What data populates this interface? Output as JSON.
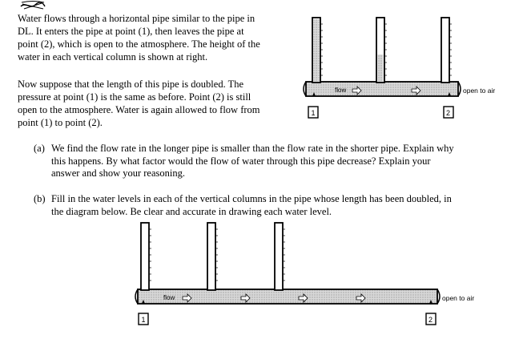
{
  "paragraphs": {
    "p1_lines": [
      "Water flows through a horizontal pipe similar to the pipe in",
      "DL.  It enters the pipe at point (1), then leaves the pipe at",
      "point (2), which is open to the atmosphere.  The height of the",
      "water in each vertical column is shown at right."
    ],
    "p2_lines": [
      "Now suppose that the length of this pipe is doubled.  The",
      "pressure at point (1) is the same as before.  Point (2) is still",
      "open to the atmosphere.  Water is again allowed to flow from",
      "point (1) to point (2)."
    ]
  },
  "questions": {
    "a": {
      "label": "(a)",
      "lines": [
        "We find the flow rate in the longer pipe is smaller than the flow rate in the shorter pipe.  Explain why",
        "this happens.  By what factor would the flow of water through this pipe decrease?  Explain your",
        "answer and show your reasoning."
      ]
    },
    "b": {
      "label": "(b)",
      "lines": [
        "Fill in the water levels in each of the vertical columns in the pipe whose length has been doubled, in",
        "the diagram below.  Be clear and accurate in drawing each water level."
      ]
    }
  },
  "diagram_top": {
    "flow_label": "flow",
    "open_label": "open to air",
    "point1_label": "1",
    "point2_label": "2"
  },
  "diagram_bottom": {
    "flow_label": "flow",
    "open_label": "open to air",
    "point1_label": "1",
    "point2_label": "2"
  },
  "colors": {
    "water": "#c9c9c9",
    "ink": "#000000"
  }
}
